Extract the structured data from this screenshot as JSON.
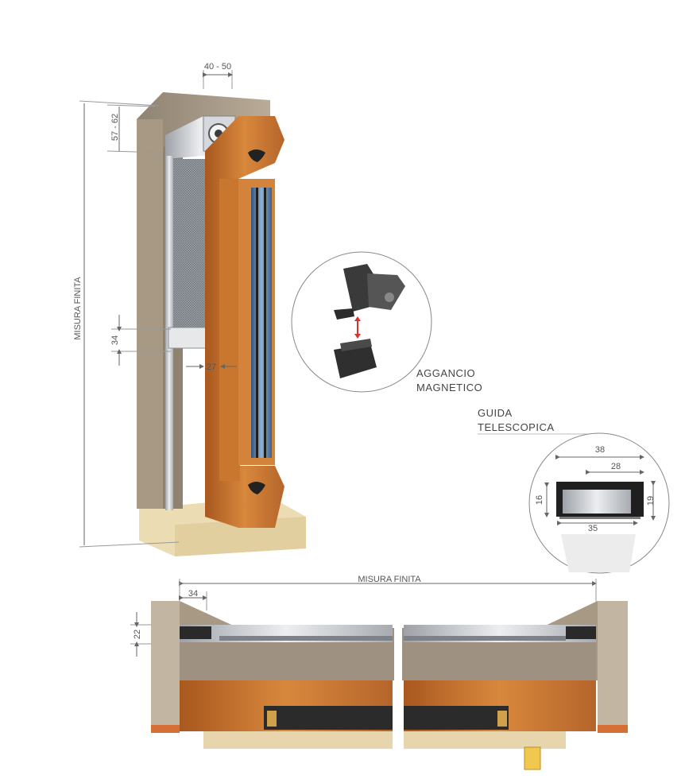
{
  "vertical_view": {
    "dim_top_width": "40 - 50",
    "dim_box_height": "57 - 62",
    "dim_total_height": "MISURA FINITA",
    "dim_bar_height": "34",
    "dim_rail_width": "27"
  },
  "detail_magnetic": {
    "caption_line1": "AGGANCIO",
    "caption_line2": "MAGNETICO"
  },
  "detail_guide": {
    "caption_line1": "GUIDA",
    "caption_line2": "TELESCOPICA",
    "dim_outer": "38",
    "dim_inner": "28",
    "dim_left_height": "16",
    "dim_right_height": "19",
    "dim_bottom": "35"
  },
  "horizontal_section": {
    "dim_total_width": "MISURA FINITA",
    "dim_side": "34",
    "dim_height": "22"
  },
  "colors": {
    "wall": "#b9ab98",
    "wood": "#c8772f",
    "aluminium": "#c9ccd0",
    "floor": "#ecdcb3",
    "dark_profile": "#2b2b2b",
    "glass": "#5b7ea6"
  }
}
